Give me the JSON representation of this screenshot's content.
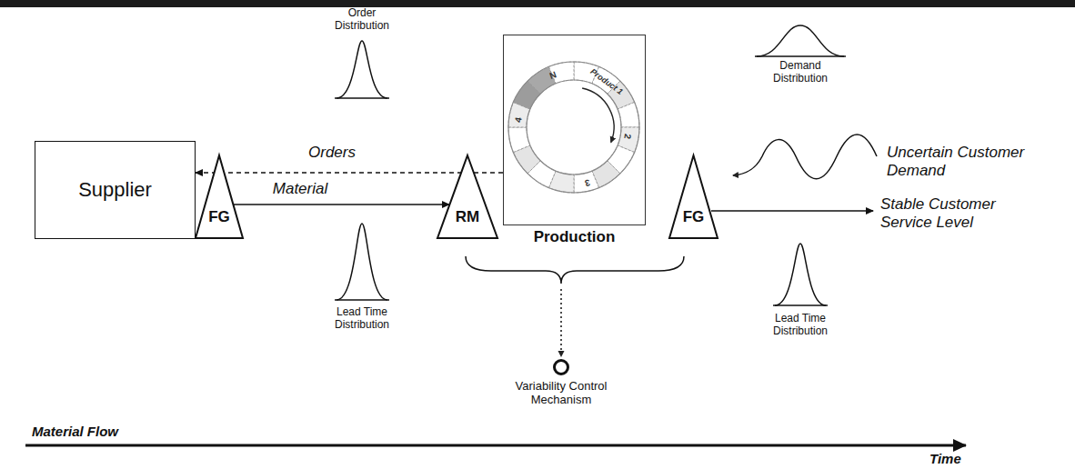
{
  "diagram": {
    "nodes": [
      {
        "text": [
          "Supplier"
        ]
      },
      {
        "text": [
          "FG"
        ]
      },
      {
        "text": [
          "RM"
        ]
      },
      {
        "text": [
          "Production"
        ]
      },
      {
        "text": [
          "FG"
        ]
      }
    ],
    "edges": [
      {
        "from": 3,
        "to": 0,
        "arrow": "to",
        "label": "Orders"
      },
      {
        "from": 1,
        "to": 2,
        "arrow": "to",
        "label": "Material"
      }
    ],
    "labels": [
      "Order Distribution",
      "Lead Time Distribution",
      "Demand Distribution",
      "Uncertain Customer Demand",
      "Stable Customer Service Level",
      "Lead Time Distribution",
      "Variability Control Mechanism",
      "Material Flow",
      "Time",
      "Product 1",
      "2",
      "3",
      "4",
      "N"
    ]
  }
}
